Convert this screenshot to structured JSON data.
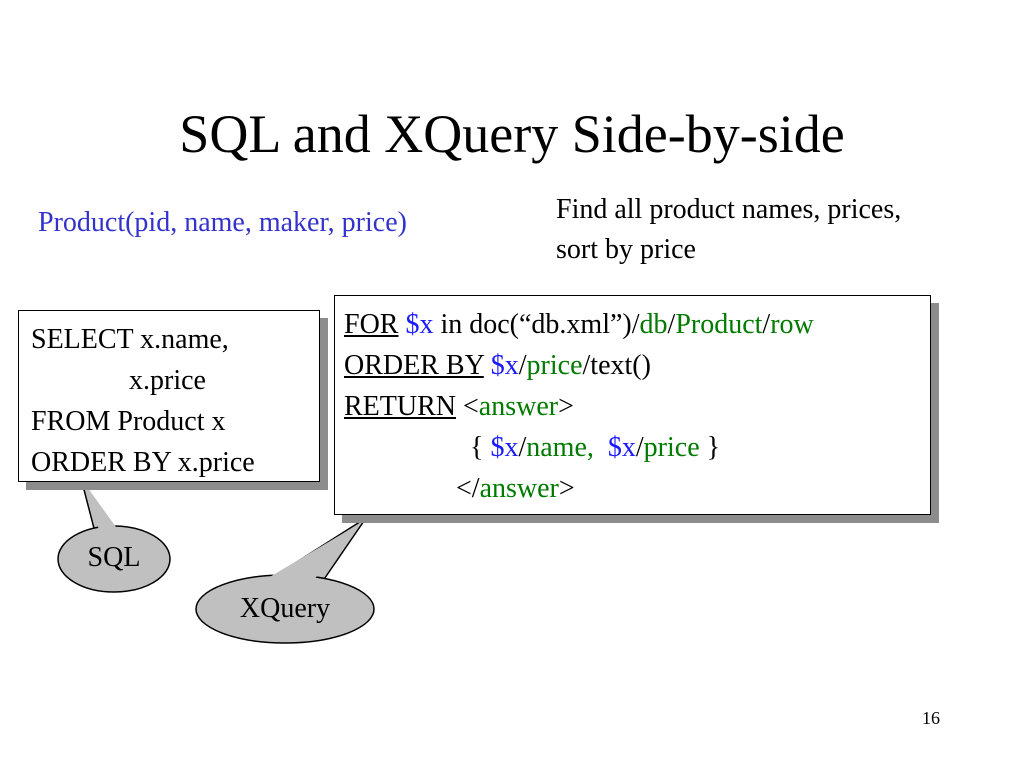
{
  "slide": {
    "title": "SQL and XQuery Side-by-side",
    "schema": "Product(pid, name, maker, price)",
    "task": [
      "Find all product names, prices,",
      "sort by price"
    ],
    "page_number": "16"
  },
  "sql": {
    "label": "SQL",
    "lines": [
      "SELECT x.name,",
      "              x.price",
      "FROM Product x",
      "ORDER BY x.price"
    ]
  },
  "xquery": {
    "label": "XQuery",
    "line1": {
      "kw": "FOR",
      "sp": " ",
      "var": "$x",
      "mid": " in doc(“db.xml”)/",
      "p1": "db",
      "s1": "/",
      "p2": "Product",
      "s2": "/",
      "p3": "row"
    },
    "line2": {
      "kw": "ORDER BY",
      "sp": " ",
      "var": "$x",
      "s1": "/",
      "p1": "price",
      "tail": "/text()"
    },
    "line3": {
      "kw": "RETURN",
      "sp": " ",
      "open": "<",
      "tag": "answer",
      "close": ">"
    },
    "line4": {
      "indent": "                  ",
      "open": "{ ",
      "var1": "$x",
      "s1": "/",
      "p1": "name,",
      "gap": "  ",
      "var2": "$x",
      "s2": "/",
      "p2": "price",
      "close": " }"
    },
    "line5": {
      "indent": "                ",
      "open": "</",
      "tag": "answer",
      "close": ">"
    }
  },
  "colors": {
    "schema": "#3333cc",
    "variable": "#1a1aff",
    "path": "#007a00",
    "shadow": "#8c8c8c",
    "bubble": "#c0c0c0"
  }
}
